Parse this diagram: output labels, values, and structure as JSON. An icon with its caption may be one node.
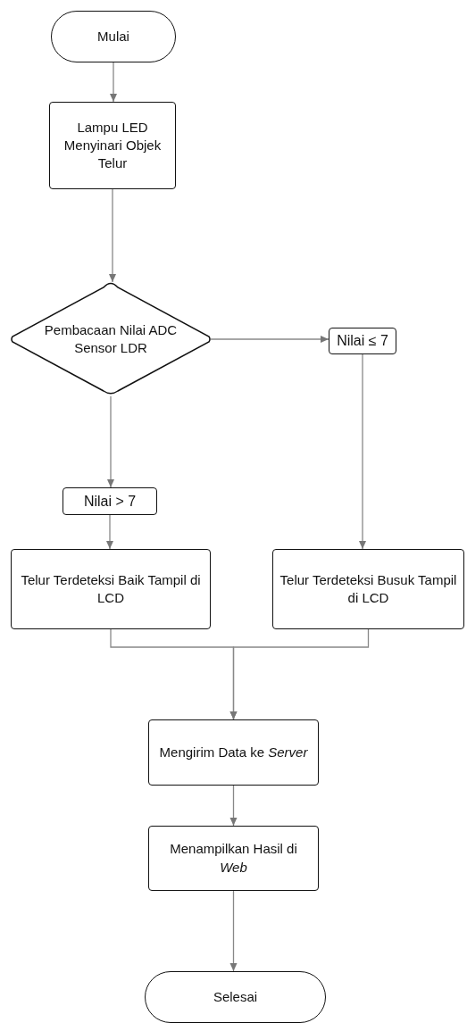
{
  "diagram": {
    "nodes": [
      {
        "text": [
          "Mulai"
        ]
      },
      {
        "text": [
          "Lampu LED Menyinari Objek Telur"
        ]
      },
      {
        "text": [
          "Pembacaan Nilai ADC Sensor LDR"
        ]
      },
      {
        "text": [
          "Nilai ≤ 7"
        ]
      },
      {
        "text": [
          "Nilai > 7"
        ]
      },
      {
        "text": [
          "Telur Terdeteksi Baik Tampil di LCD"
        ]
      },
      {
        "text": [
          "Telur Terdeteksi Busuk Tampil di LCD"
        ]
      },
      {
        "text": [
          "Mengirim Data ke *Server*"
        ]
      },
      {
        "text": [
          "Menampilkan Hasil di *Web*"
        ]
      },
      {
        "text": [
          "Selesai"
        ]
      }
    ],
    "edges": [
      {
        "from": 0,
        "to": 1,
        "arrow": "to"
      },
      {
        "from": 1,
        "to": 2,
        "arrow": "to"
      },
      {
        "from": 2,
        "to": 3,
        "arrow": "to"
      },
      {
        "from": 2,
        "to": 4,
        "arrow": "to"
      },
      {
        "from": 3,
        "to": 6,
        "arrow": "to"
      },
      {
        "from": 4,
        "to": 5,
        "arrow": "to"
      },
      {
        "from": 5,
        "to": 7,
        "arrow": "to"
      },
      {
        "from": 6,
        "to": 7,
        "arrow": "to"
      },
      {
        "from": 7,
        "to": 8,
        "arrow": "to"
      },
      {
        "from": 8,
        "to": 9,
        "arrow": "to"
      }
    ]
  }
}
